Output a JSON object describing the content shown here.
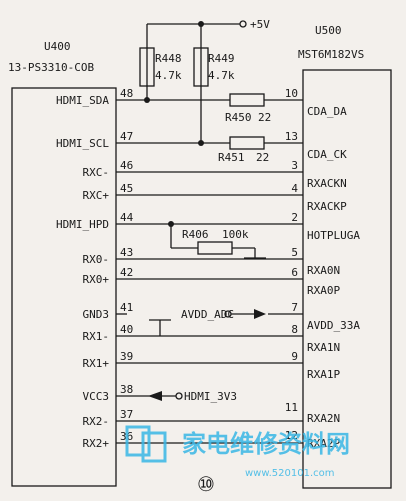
{
  "u400": {
    "ref": "U400",
    "part": "13-PS3310-COB"
  },
  "u500": {
    "ref": "U500",
    "part": "MST6M182VS"
  },
  "power": {
    "label": "+5V"
  },
  "resistors": {
    "r448": {
      "name": "R448",
      "value": "4.7k"
    },
    "r449": {
      "name": "R449",
      "value": "4.7k"
    },
    "r450": {
      "name": "R450",
      "value": "22"
    },
    "r451": {
      "name": "R451",
      "value": "22"
    },
    "r406": {
      "name": "R406",
      "value": "100k"
    }
  },
  "rows": [
    {
      "left_label": "HDMI_SDA",
      "left_pin": "48",
      "right_pin": "10",
      "right_label": "CDA_DA"
    },
    {
      "left_label": "HDMI_SCL",
      "left_pin": "47",
      "right_pin": "13",
      "right_label": "CDA_CK"
    },
    {
      "left_label": "RXC-",
      "left_pin": "46",
      "right_pin": "3",
      "right_label": "RXACKN"
    },
    {
      "left_label": "RXC+",
      "left_pin": "45",
      "right_pin": "4",
      "right_label": "RXACKP"
    },
    {
      "left_label": "HDMI_HPD",
      "left_pin": "44",
      "right_pin": "2",
      "right_label": "HOTPLUGA"
    },
    {
      "left_label": "RX0-",
      "left_pin": "43",
      "right_pin": "5",
      "right_label": "RXA0N"
    },
    {
      "left_label": "RX0+",
      "left_pin": "42",
      "right_pin": "6",
      "right_label": "RXA0P"
    },
    {
      "left_label": "GND3",
      "left_pin": "41",
      "right_pin": "7",
      "right_label": "AVDD_33A"
    },
    {
      "left_label": "RX1-",
      "left_pin": "40",
      "right_pin": "8",
      "right_label": "RXA1N"
    },
    {
      "left_label": "RX1+",
      "left_pin": "39",
      "right_pin": "9",
      "right_label": "RXA1P"
    },
    {
      "left_label": "VCC3",
      "left_pin": "38",
      "right_pin": "",
      "right_label": ""
    },
    {
      "left_label": "RX2-",
      "left_pin": "37",
      "right_pin": "11",
      "right_label": "RXA2N"
    },
    {
      "left_label": "RX2+",
      "left_pin": "36",
      "right_pin": "12",
      "right_label": "RXA2P"
    }
  ],
  "nets": {
    "avdd": "AVDD_ADC",
    "hdmi3v3": "HDMI_3V3"
  },
  "page_mark": "⑩",
  "watermark": {
    "text": "家电维修资料网",
    "url": "www.520101.com"
  }
}
